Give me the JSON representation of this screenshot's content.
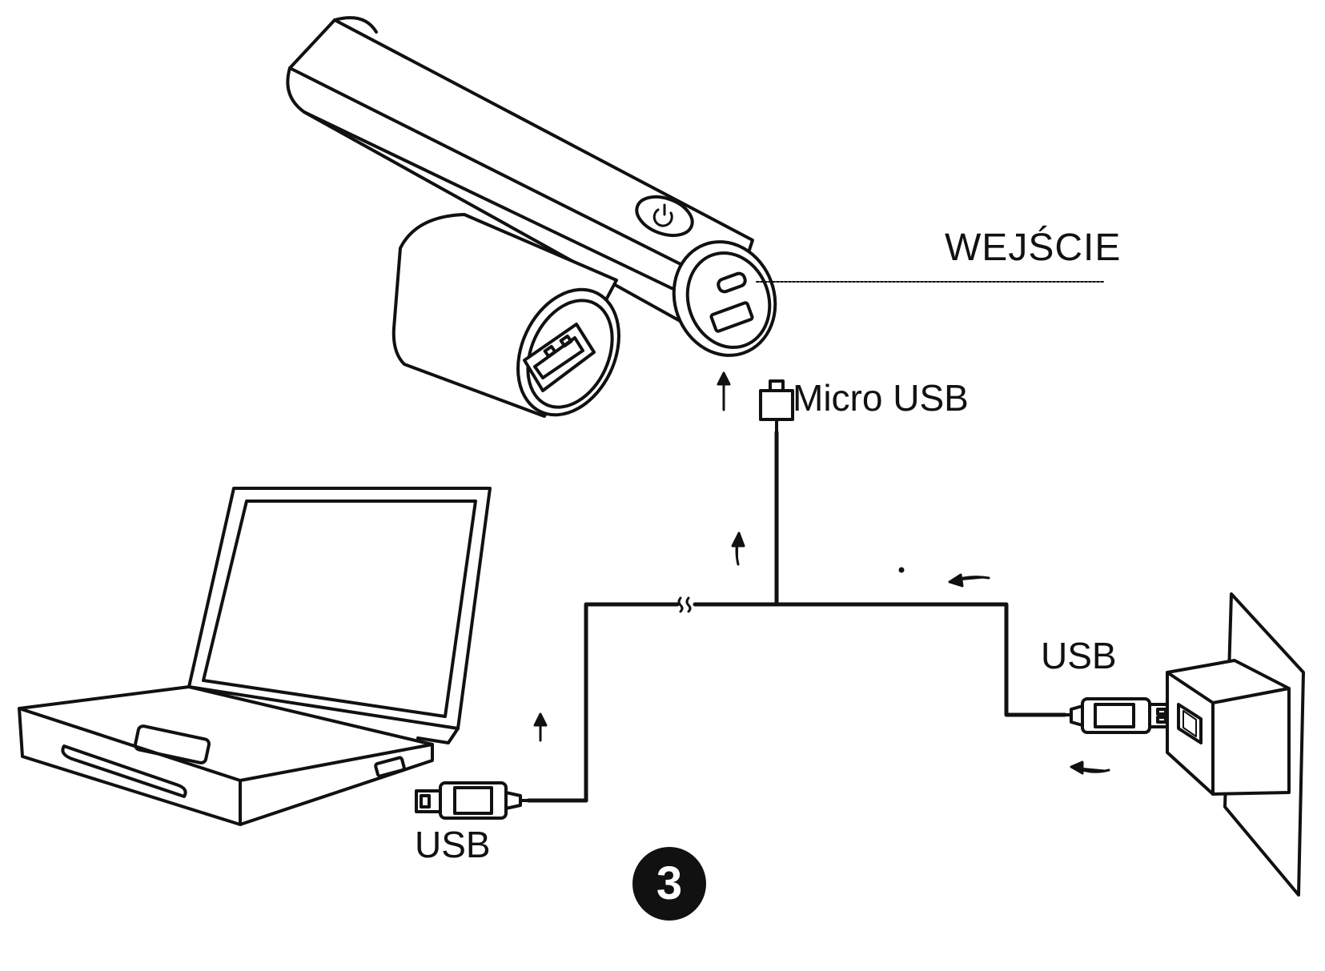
{
  "labels": {
    "input": "WEJŚCIE",
    "micro_usb": "Micro USB",
    "usb_right": "USB",
    "usb_left": "USB"
  },
  "step_number": "3",
  "colors": {
    "line": "#111111",
    "background": "#ffffff"
  },
  "icons": [
    "power-bank",
    "power-button-icon",
    "laptop",
    "wall-charger",
    "usb-plug",
    "micro-usb-plug",
    "arrow-icon"
  ]
}
